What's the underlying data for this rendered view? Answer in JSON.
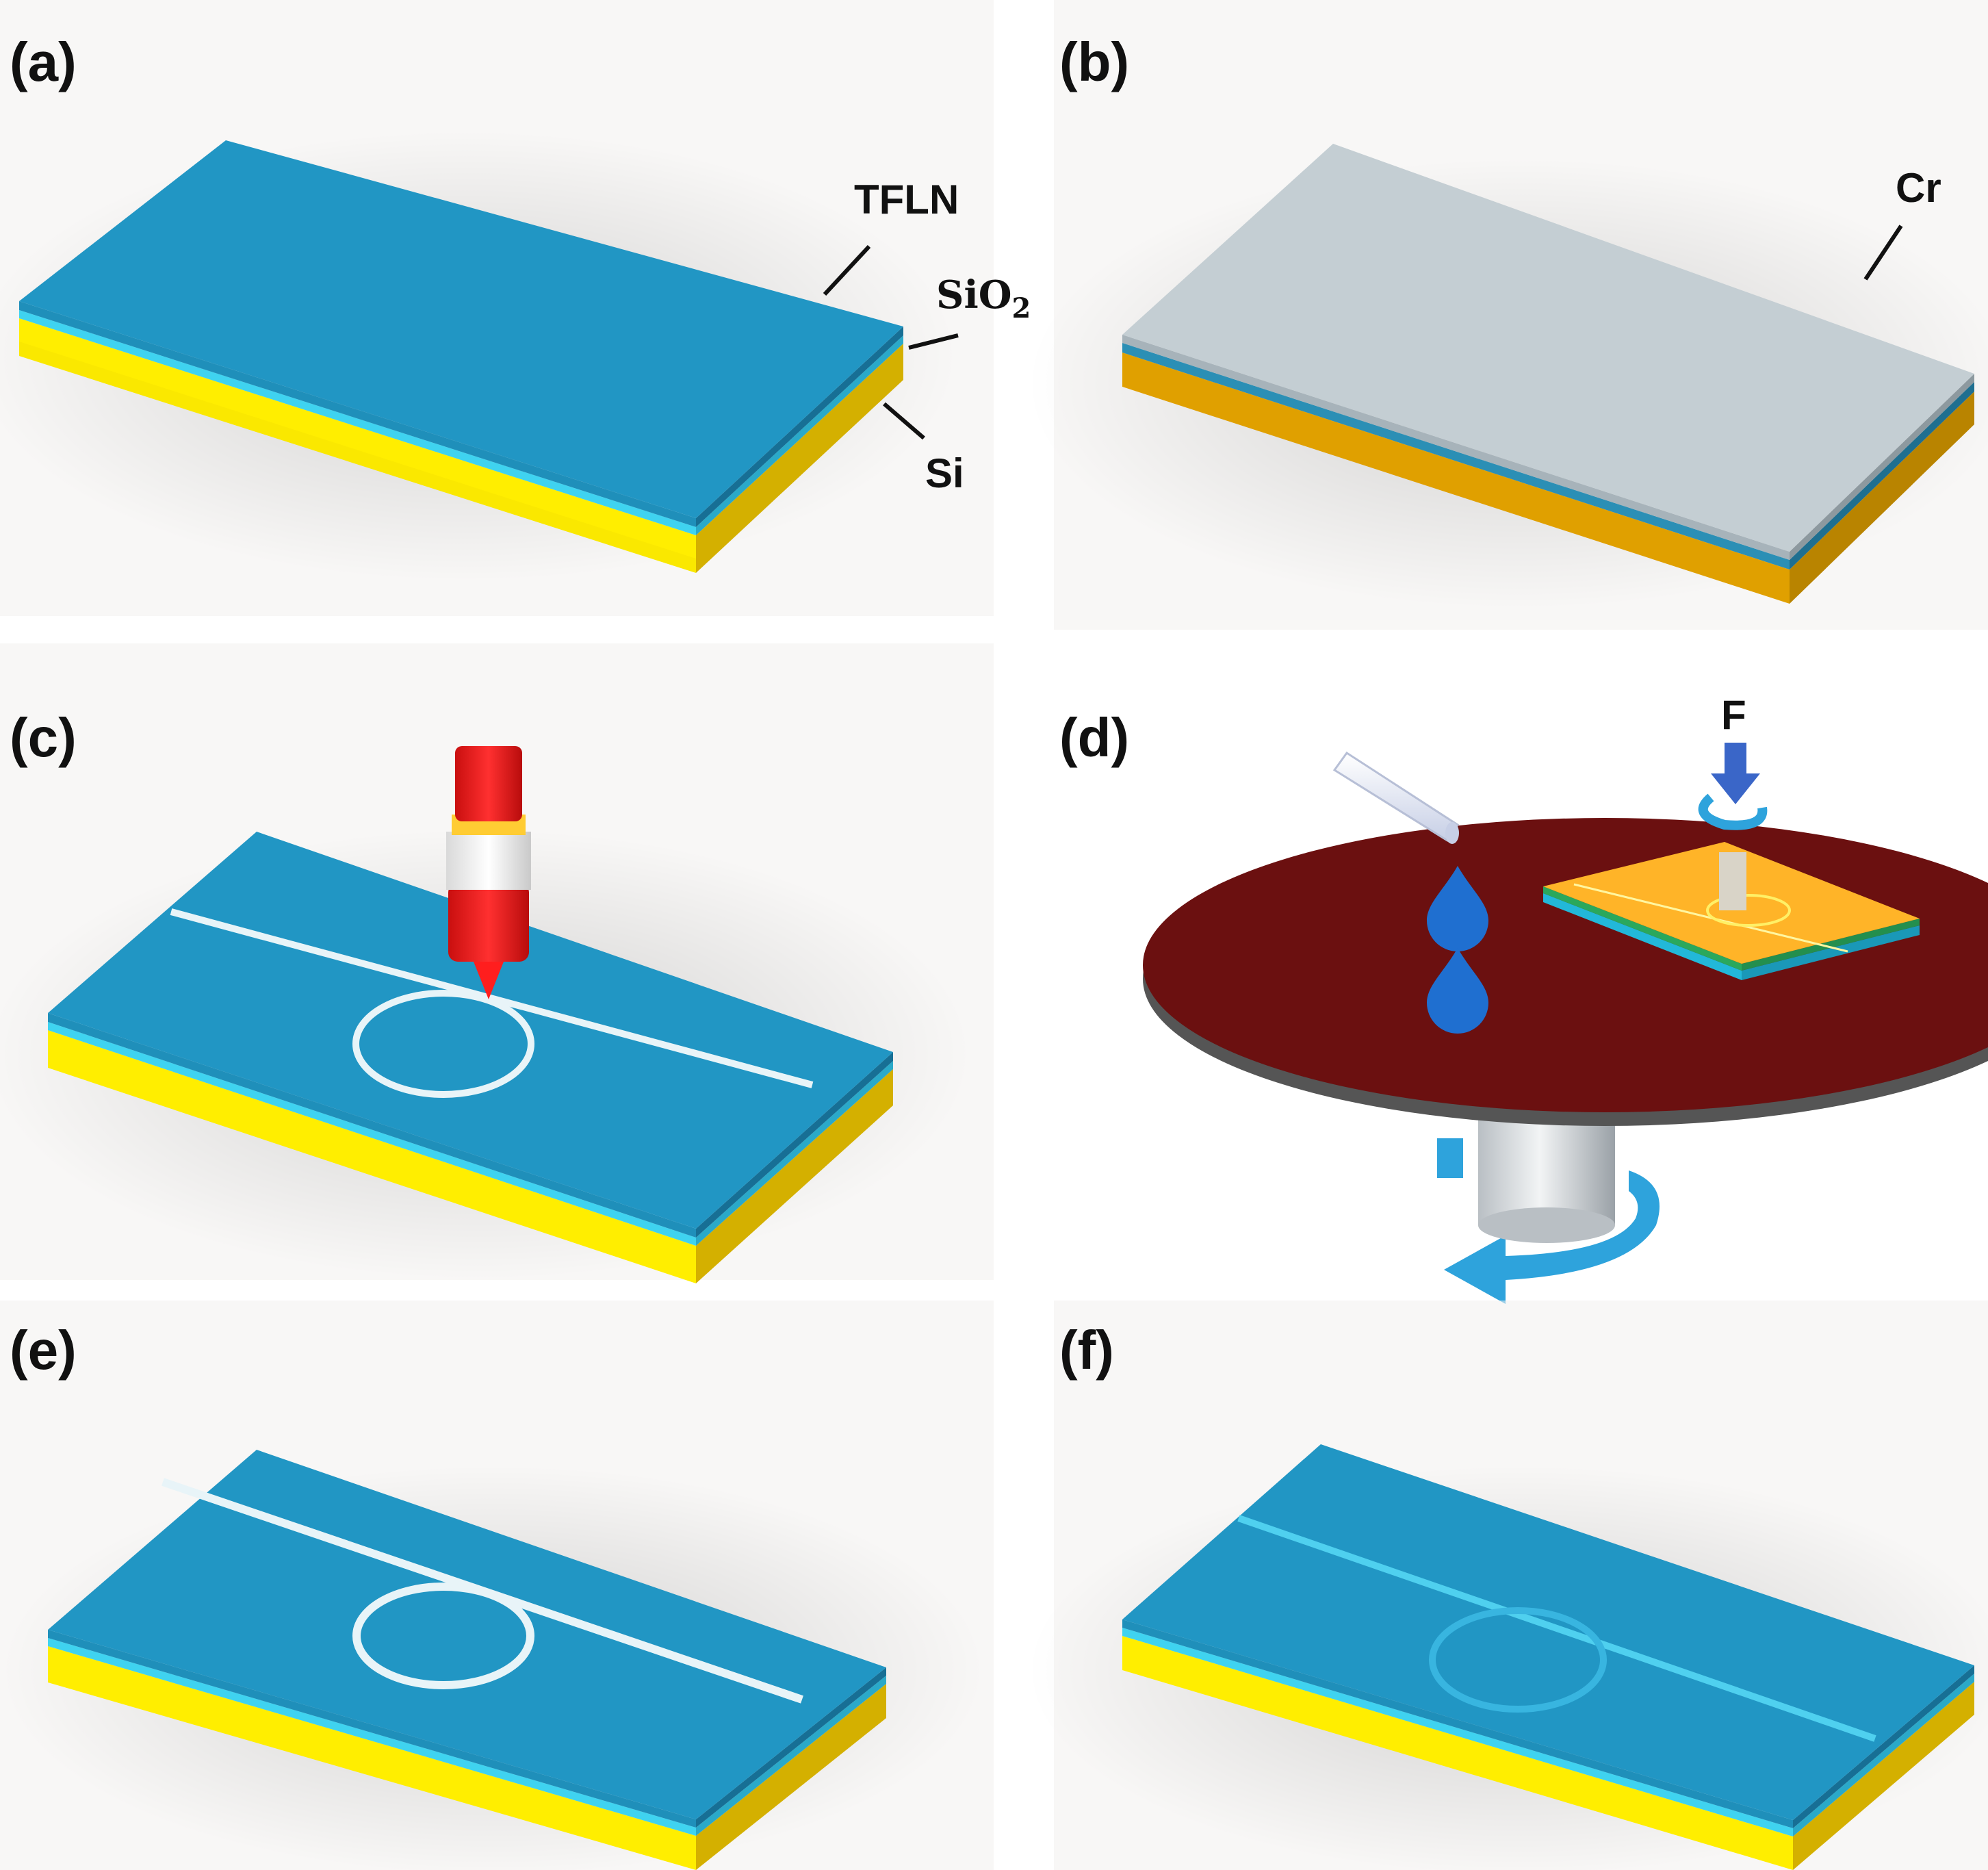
{
  "panels": {
    "a": {
      "label": "(a)",
      "callouts": {
        "tfln": "TFLN",
        "sio2": "SiO",
        "sio2_sub": "2",
        "si": "Si"
      }
    },
    "b": {
      "label": "(b)",
      "callouts": {
        "cr": "Cr"
      }
    },
    "c": {
      "label": "(c)"
    },
    "d": {
      "label": "(d)",
      "callouts": {
        "force": "F"
      }
    },
    "e": {
      "label": "(e)"
    },
    "f": {
      "label": "(f)"
    }
  },
  "colors": {
    "tfln_top": "#2196c4",
    "tfln_side": "#1a7aa6",
    "sio2": "#3fd3f0",
    "si": "#ffee00",
    "si_side": "#d4b000",
    "cr_top": "#c4ced3",
    "waveguide": "#e8f4f8",
    "turntable": "#6b1010",
    "turntable_edge": "#555555",
    "shaft": "#dfe3e6",
    "arrow": "#2ea3dc",
    "pen_red": "#ee1c1c",
    "pen_white": "#f5f5f5",
    "pad_orange": "#ffb428",
    "droplet": "#1f6fd0"
  },
  "icons": [
    "laser-writer-icon",
    "droplet-icon",
    "rotation-arrow-icon",
    "force-arrow-icon",
    "polishing-pad-icon"
  ]
}
